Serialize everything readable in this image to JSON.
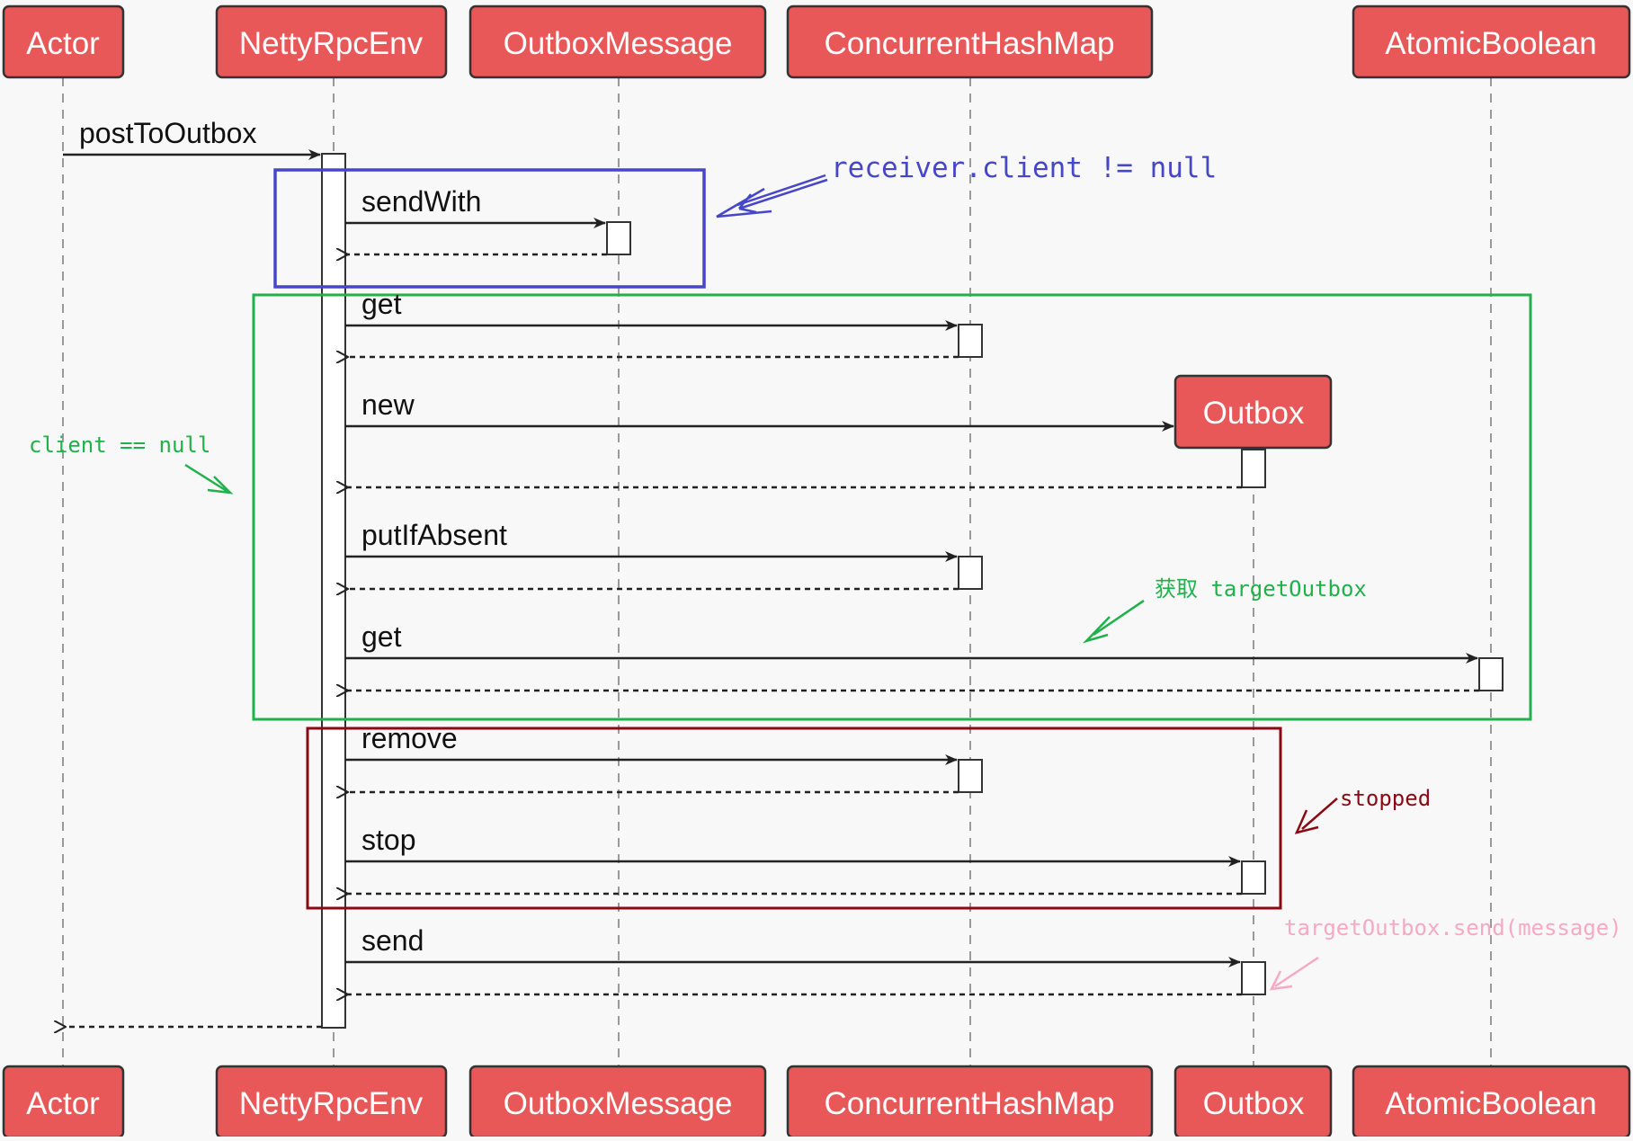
{
  "participants": [
    {
      "id": "actor",
      "label": "Actor"
    },
    {
      "id": "netty",
      "label": "NettyRpcEnv"
    },
    {
      "id": "outboxmsg",
      "label": "OutboxMessage"
    },
    {
      "id": "chm",
      "label": "ConcurrentHashMap"
    },
    {
      "id": "outbox",
      "label": "Outbox",
      "created_by_message": true
    },
    {
      "id": "atomic",
      "label": "AtomicBoolean"
    }
  ],
  "messages": [
    {
      "from": "actor",
      "to": "netty",
      "label": "postToOutbox"
    },
    {
      "from": "netty",
      "to": "outboxmsg",
      "label": "sendWith"
    },
    {
      "from": "outboxmsg",
      "to": "netty",
      "label": "",
      "return": true
    },
    {
      "from": "netty",
      "to": "chm",
      "label": "get"
    },
    {
      "from": "chm",
      "to": "netty",
      "label": "",
      "return": true
    },
    {
      "from": "netty",
      "to": "outbox",
      "label": "new",
      "create": true
    },
    {
      "from": "outbox",
      "to": "netty",
      "label": "",
      "return": true
    },
    {
      "from": "netty",
      "to": "chm",
      "label": "putIfAbsent"
    },
    {
      "from": "chm",
      "to": "netty",
      "label": "",
      "return": true
    },
    {
      "from": "netty",
      "to": "atomic",
      "label": "get"
    },
    {
      "from": "atomic",
      "to": "netty",
      "label": "",
      "return": true
    },
    {
      "from": "netty",
      "to": "chm",
      "label": "remove"
    },
    {
      "from": "chm",
      "to": "netty",
      "label": "",
      "return": true
    },
    {
      "from": "netty",
      "to": "outbox",
      "label": "stop"
    },
    {
      "from": "outbox",
      "to": "netty",
      "label": "",
      "return": true
    },
    {
      "from": "netty",
      "to": "outbox",
      "label": "send"
    },
    {
      "from": "outbox",
      "to": "netty",
      "label": "",
      "return": true
    },
    {
      "from": "netty",
      "to": "actor",
      "label": "",
      "return": true
    }
  ],
  "groups": [
    {
      "id": "blue",
      "color": "#4646c8",
      "note": "receiver.client != null"
    },
    {
      "id": "green",
      "color": "#1fb14a",
      "note": "client == null"
    },
    {
      "id": "red",
      "color": "#8a0a14",
      "note": "stopped"
    }
  ],
  "notes": {
    "target_outbox": {
      "text": "获取 targetOutbox",
      "color": "#1fb14a"
    },
    "send_message": {
      "text": "targetOutbox.send(message)",
      "color": "#f7a9c4"
    }
  },
  "colors": {
    "participant_fill": "#e85858",
    "participant_border": "#333333",
    "participant_text": "#ffffff",
    "line": "#222222",
    "lifeline": "#9a9a9a",
    "background": "#f8f8f8"
  }
}
